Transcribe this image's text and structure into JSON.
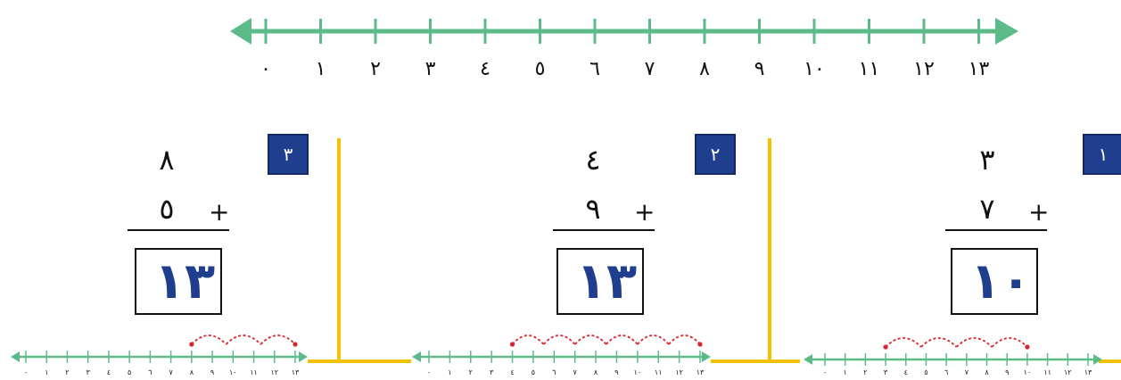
{
  "main_number_line": {
    "labels": [
      "٠",
      "١",
      "٢",
      "٣",
      "٤",
      "٥",
      "٦",
      "٧",
      "٨",
      "٩",
      "١٠",
      "١١",
      "١٢",
      "١٣"
    ],
    "color": "#5dbb8a"
  },
  "problems": [
    {
      "badge": "١",
      "top": "٣",
      "bottom": "٧",
      "operator": "+",
      "answer": "١٠",
      "start": 3,
      "jumps": 7
    },
    {
      "badge": "٢",
      "top": "٤",
      "bottom": "٩",
      "operator": "+",
      "answer": "١٣",
      "start": 4,
      "jumps": 9
    },
    {
      "badge": "٣",
      "top": "٨",
      "bottom": "٥",
      "operator": "+",
      "answer": "١٣",
      "start": 8,
      "jumps": 5
    }
  ],
  "colors": {
    "badge": "#1f3e8d",
    "answer": "#1f3e8d",
    "divider": "#f2c200",
    "jump_arcs": "#d9232d",
    "line": "#5dbb8a"
  }
}
